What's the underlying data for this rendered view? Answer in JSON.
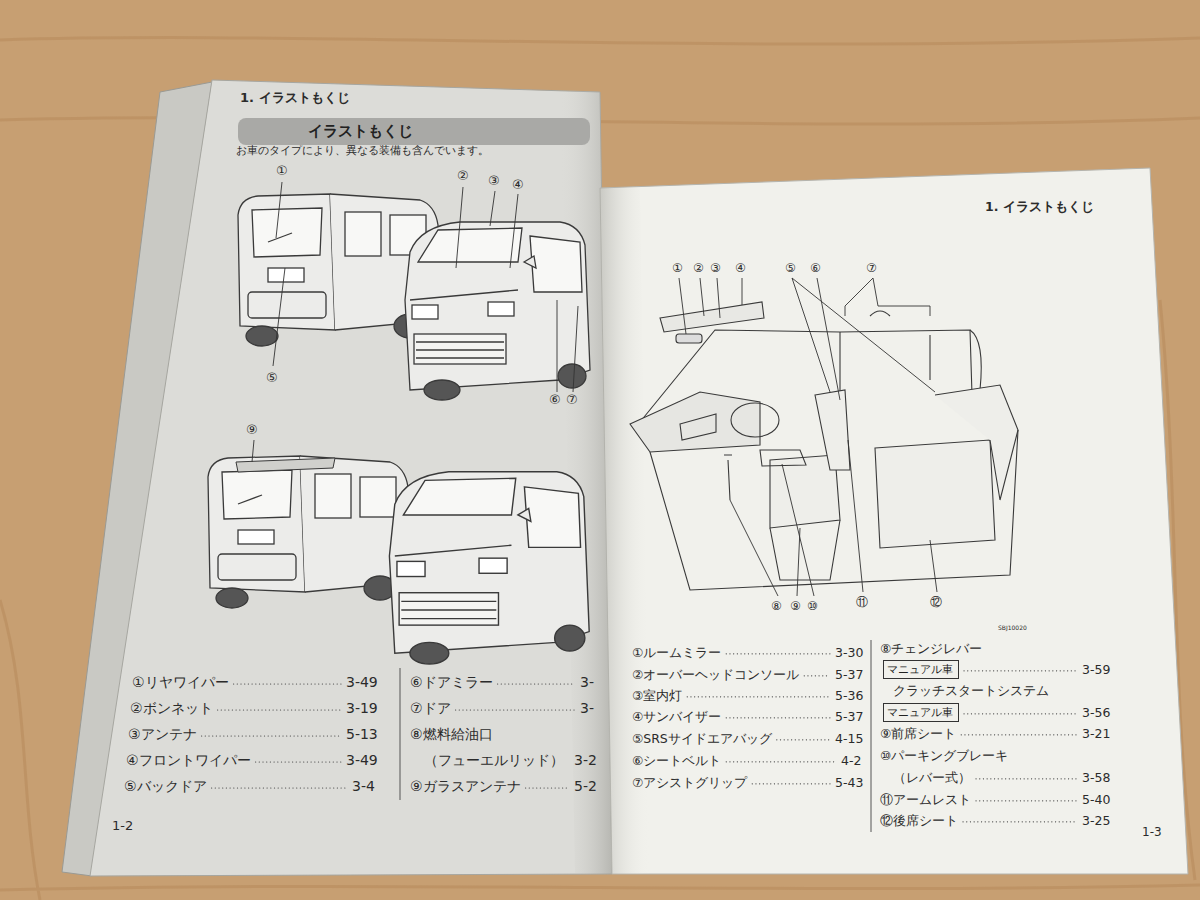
{
  "diagram": {
    "nodes": [
      {
        "text": [
          "イラストもくじ"
        ]
      },
      {
        "text": [
          "マニュアル車"
        ]
      },
      {
        "text": [
          "マニュアル車"
        ]
      }
    ],
    "labels": [
      "1. イラストもくじ",
      "お車のタイプにより、異なる装備も含んでいます。",
      "①",
      "②",
      "③",
      "④",
      "⑤",
      "⑥",
      "⑦",
      "⑨",
      "①リヤワイパー",
      "3-49",
      "②ボンネット",
      "3-19",
      "③アンテナ",
      "5-13",
      "④フロントワイパー",
      "3-49",
      "⑤バックドア",
      "3-4",
      "⑥ドアミラー",
      "3-",
      "⑦ドア",
      "3-",
      "⑧燃料給油口",
      "（フューエルリッド）",
      "3-2",
      "⑨ガラスアンテナ",
      "5-2",
      "1-2",
      "1. イラストもくじ",
      "①",
      "②",
      "③",
      "④",
      "⑤",
      "⑥",
      "⑦",
      "⑧",
      "⑨",
      "⑩",
      "⑪",
      "⑫",
      "SBJ10020",
      "①ルームミラー",
      "3-30",
      "②オーバーヘッドコンソール",
      "5-37",
      "③室内灯",
      "5-36",
      "④サンバイザー",
      "5-37",
      "⑤SRSサイドエアバッグ",
      "4-15",
      "⑥シートベルト",
      "4-2",
      "⑦アシストグリップ",
      "5-43",
      "⑧チェンジレバー",
      "3-59",
      "クラッチスタートシステム",
      "3-56",
      "⑨前席シート",
      "3-21",
      "⑩パーキングブレーキ",
      "（レバー式）",
      "3-58",
      "⑪アームレスト",
      "5-40",
      "⑫後席シート",
      "3-25",
      "1-3"
    ]
  }
}
